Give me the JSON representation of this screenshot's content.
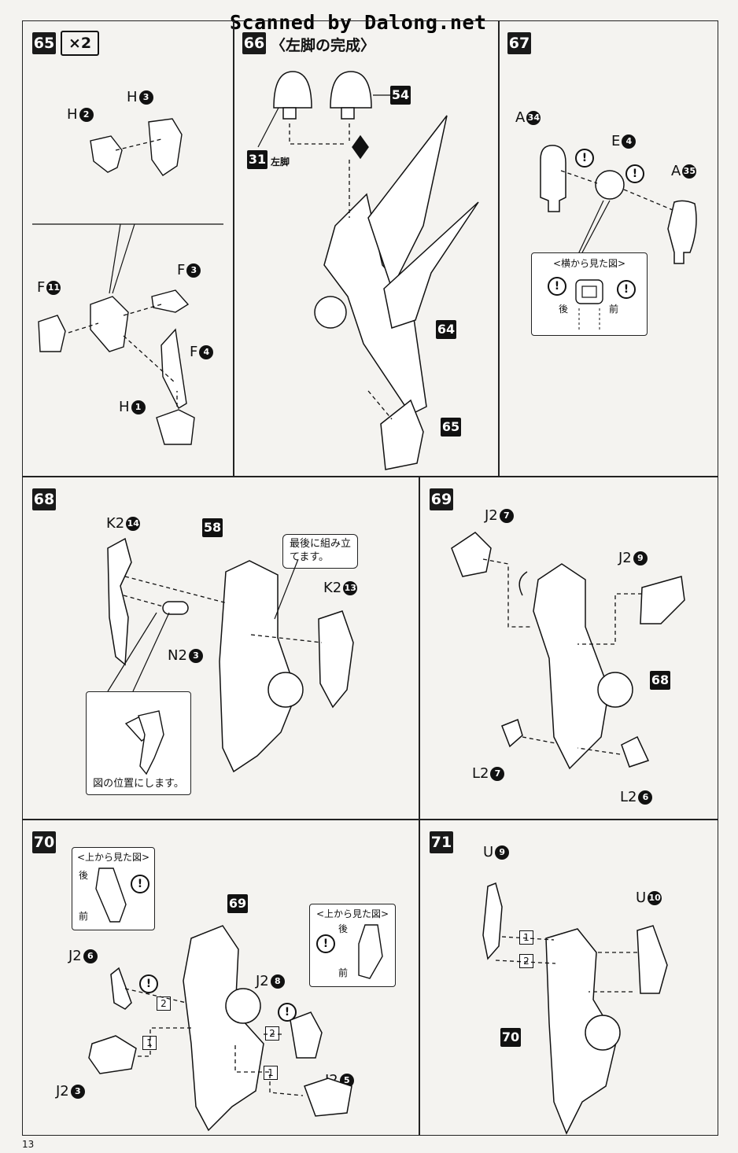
{
  "watermark": "Scanned by Dalong.net",
  "page_number": "13",
  "steps": [
    {
      "id": "65",
      "multiplier": "×2",
      "labels": [
        "H",
        "H",
        "F",
        "F",
        "F",
        "H"
      ],
      "nums": [
        "2",
        "3",
        "11",
        "3",
        "4",
        "1"
      ]
    },
    {
      "id": "66",
      "title": "〈左脚の完成〉",
      "parts": [
        "54",
        "31",
        "64",
        "65"
      ],
      "sub_label": "左脚"
    },
    {
      "id": "67",
      "labels": [
        "A",
        "E",
        "A"
      ],
      "nums": [
        "34",
        "4",
        "35"
      ],
      "inset_title": "<横から見た図>",
      "rear": "後",
      "front": "前"
    },
    {
      "id": "68",
      "parts": [
        "58"
      ],
      "note": "最後に組み立てます。",
      "labels": [
        "K2",
        "K2",
        "N2"
      ],
      "nums": [
        "14",
        "13",
        "3"
      ],
      "inset_caption": "図の位置にします。"
    },
    {
      "id": "69",
      "parts": [
        "68"
      ],
      "labels": [
        "J2",
        "J2",
        "L2",
        "L2"
      ],
      "nums": [
        "7",
        "9",
        "7",
        "6"
      ]
    },
    {
      "id": "70",
      "parts": [
        "69"
      ],
      "labels": [
        "J2",
        "J2",
        "J2",
        "J2"
      ],
      "nums": [
        "6",
        "3",
        "8",
        "5"
      ],
      "inset_title": "<上から見た図>",
      "rear": "後",
      "front": "前",
      "seq": [
        "1",
        "2"
      ]
    },
    {
      "id": "71",
      "parts": [
        "70"
      ],
      "labels": [
        "U",
        "U"
      ],
      "nums": [
        "9",
        "10"
      ],
      "seq": [
        "1",
        "2"
      ]
    }
  ]
}
